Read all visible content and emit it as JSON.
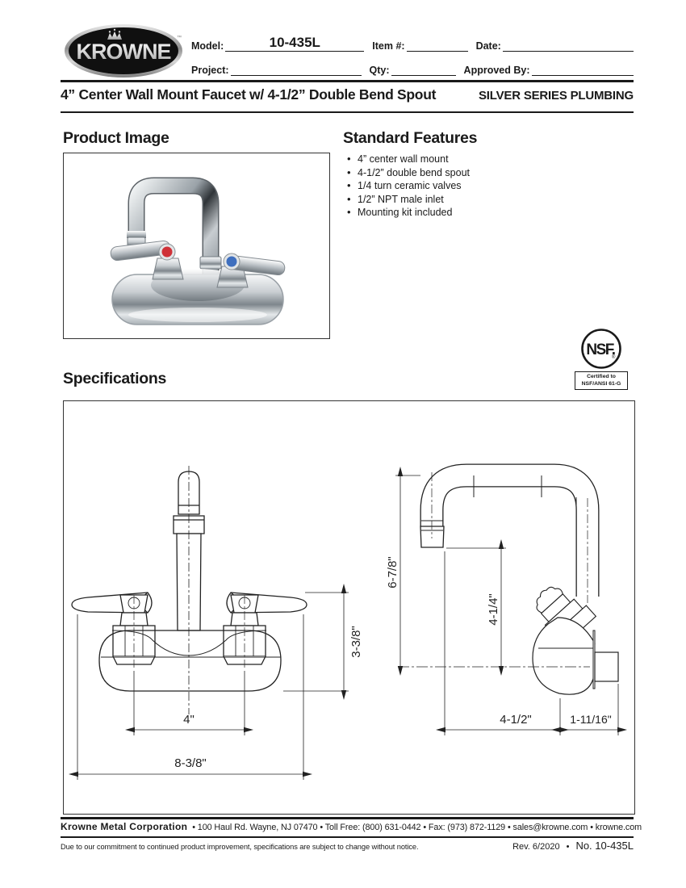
{
  "header": {
    "logo_text": "KROWNE",
    "fields": {
      "model_label": "Model:",
      "model_value": "10-435L",
      "item_label": "Item #:",
      "date_label": "Date:",
      "project_label": "Project:",
      "qty_label": "Qty:",
      "approved_label": "Approved By:"
    }
  },
  "title": {
    "product": "4” Center Wall Mount Faucet w/ 4-1/2” Double Bend Spout",
    "series": "SILVER SERIES PLUMBING"
  },
  "product_image": {
    "heading": "Product Image"
  },
  "features": {
    "heading": "Standard Features",
    "items": [
      "4” center wall mount",
      "4-1/2” double bend spout",
      "1/4 turn ceramic valves",
      "1/2” NPT male inlet",
      "Mounting kit included"
    ]
  },
  "nsf": {
    "logo": "NSF.",
    "cert_line1": "Certified to",
    "cert_line2": "NSF/ANSI 61-G"
  },
  "specifications": {
    "heading": "Specifications",
    "front_view": {
      "dim_height": "3-3/8\"",
      "dim_centers": "4\"",
      "dim_width": "8-3/8\""
    },
    "side_view": {
      "dim_total_height": "6-7/8\"",
      "dim_spout_height": "4-1/4\"",
      "dim_reach": "4-1/2\"",
      "dim_inlet": "1-11/16\""
    }
  },
  "colors": {
    "hot_handle": "#cf3138",
    "cold_handle": "#3f6fbe",
    "ink": "#1a1a1a"
  },
  "footer": {
    "company": "Krowne Metal Corporation",
    "contact": "•  100 Haul Rd. Wayne, NJ 07470  •  Toll Free: (800) 631-0442  •  Fax: (973) 872-1129  •  sales@krowne.com  •  krowne.com",
    "disclaimer": "Due to our commitment to continued product improvement, specifications are subject to change without notice.",
    "rev": "Rev. 6/2020",
    "bullet": "•",
    "doc_number": "No. 10-435L"
  }
}
